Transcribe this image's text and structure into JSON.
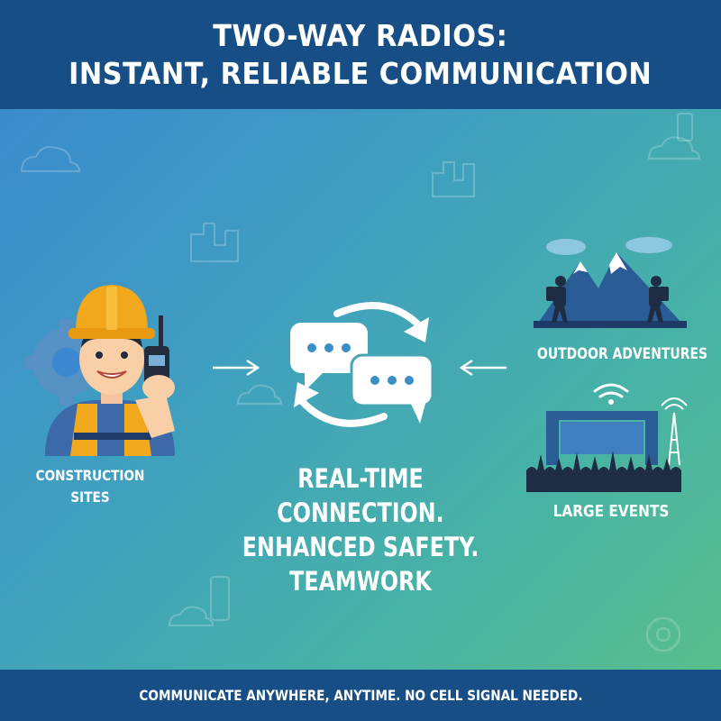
{
  "header": {
    "title_line1": "TWO-WAY RADIOS:",
    "title_line2": "INSTANT, RELIABLE COMMUNICATION"
  },
  "left": {
    "label_line1": "CONSTRUCTION",
    "label_line2": "SITES"
  },
  "right": {
    "outdoor_label": "OUTDOOR ADVENTURES",
    "events_label": "LARGE EVENTS"
  },
  "center": {
    "line1": "REAL-TIME",
    "line2": "CONNECTION.",
    "line3": "ENHANCED SAFETY.",
    "line4": "TEAMWORK"
  },
  "footer": {
    "tagline": "COMMUNICATE ANYWHERE, ANYTIME. NO CELL SIGNAL NEEDED."
  },
  "colors": {
    "header_bg": "#174e85",
    "helmet": "#f2a81d",
    "vest": "#f2a81d",
    "text": "#ffffff"
  },
  "icons": [
    "cloud-icon",
    "buildings-icon",
    "gear-icon",
    "walkie-talkie-icon",
    "chat-bubble-icon",
    "sync-arrows-icon",
    "arrow-right-icon",
    "arrow-left-icon",
    "mountain-icon",
    "hiker-icon",
    "wifi-icon",
    "radio-tower-icon",
    "stage-icon",
    "crowd-icon"
  ]
}
